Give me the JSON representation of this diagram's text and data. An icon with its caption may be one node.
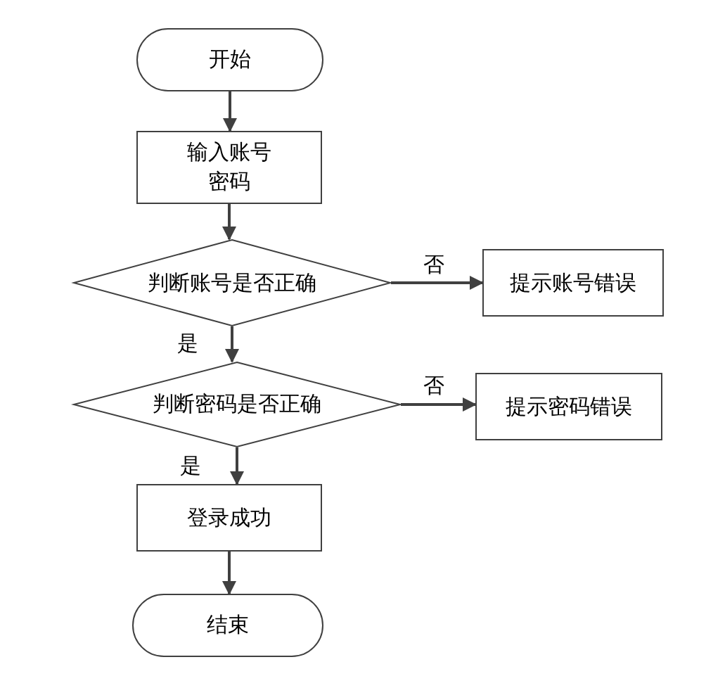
{
  "diagram": {
    "nodes": [
      {
        "text": [
          "开始"
        ]
      },
      {
        "text": [
          "输入账号密码"
        ]
      },
      {
        "text": [
          "判断账号是否正确"
        ]
      },
      {
        "text": [
          "提示账号错误"
        ]
      },
      {
        "text": [
          "判断密码是否正确"
        ]
      },
      {
        "text": [
          "提示密码错误"
        ]
      },
      {
        "text": [
          "登录成功"
        ]
      },
      {
        "text": [
          "结束"
        ]
      }
    ],
    "edges": [
      {
        "from": 0,
        "to": 1,
        "arrow": "to"
      },
      {
        "from": 1,
        "to": 2,
        "arrow": "to"
      },
      {
        "from": 2,
        "to": 3,
        "arrow": "to",
        "label": "否"
      },
      {
        "from": 2,
        "to": 4,
        "arrow": "to",
        "label": "是"
      },
      {
        "from": 4,
        "to": 5,
        "arrow": "to",
        "label": "否"
      },
      {
        "from": 4,
        "to": 6,
        "arrow": "to",
        "label": "是"
      },
      {
        "from": 6,
        "to": 7,
        "arrow": "to"
      }
    ]
  }
}
